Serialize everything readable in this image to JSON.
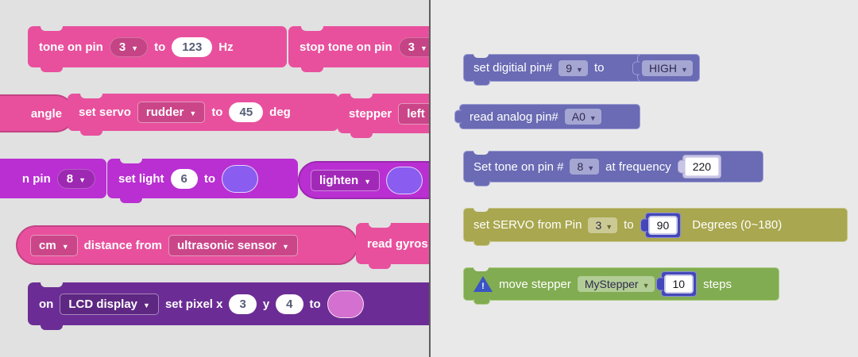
{
  "colors": {
    "left_bg": "#e1e1e1",
    "right_bg": "#e9e9e9",
    "divider": "#5d5d5d",
    "pink_block": "#e8509d",
    "magenta_block": "#b92fd2",
    "deep_purple_block": "#6b2d95",
    "violet_swatch": "#8b5cf0",
    "orchid_swatch": "#d470cf",
    "blockly_purple": "#6a6bb4",
    "blockly_olive": "#a9a74f",
    "blockly_green": "#81ac51",
    "number_block_blue": "#4347b8",
    "warning_icon_blue": "#3b55c4"
  },
  "left": {
    "tone": {
      "label1": "tone on pin",
      "pin": "3",
      "label2": "to",
      "freq": "123",
      "label3": "Hz"
    },
    "stop_tone": {
      "label1": "stop tone on pin",
      "pin": "3"
    },
    "angle": {
      "label": "angle"
    },
    "servo": {
      "label1": "set servo",
      "name": "rudder",
      "label2": "to",
      "angle": "45",
      "label3": "deg"
    },
    "stepper": {
      "label1": "stepper",
      "dir": "left"
    },
    "pin8": {
      "label1": "n pin",
      "pin": "8"
    },
    "light": {
      "label1": "set light",
      "num": "6",
      "label2": "to"
    },
    "lighten": {
      "op": "lighten"
    },
    "distance": {
      "unit": "cm",
      "label1": "distance from",
      "sensor": "ultrasonic sensor"
    },
    "gyro": {
      "label1": "read gyros"
    },
    "lcd": {
      "label1": "on",
      "device": "LCD display",
      "label2": "set pixel x",
      "x": "3",
      "label3": "y",
      "y": "4",
      "label4": "to"
    }
  },
  "right": {
    "digital": {
      "label1": "set digitial pin#",
      "pin": "9",
      "label2": "to",
      "value": "HIGH"
    },
    "analog": {
      "label1": "read analog pin#",
      "pin": "A0"
    },
    "tone": {
      "label1": "Set tone on pin #",
      "pin": "8",
      "label2": "at frequency",
      "freq": "220"
    },
    "servo": {
      "label1": "set SERVO from Pin",
      "pin": "3",
      "label2": "to",
      "angle": "90",
      "label3": "Degrees (0~180)"
    },
    "stepper": {
      "warning": "!",
      "label1": "move stepper",
      "name": "MyStepper",
      "steps": "10",
      "label2": "steps"
    }
  }
}
